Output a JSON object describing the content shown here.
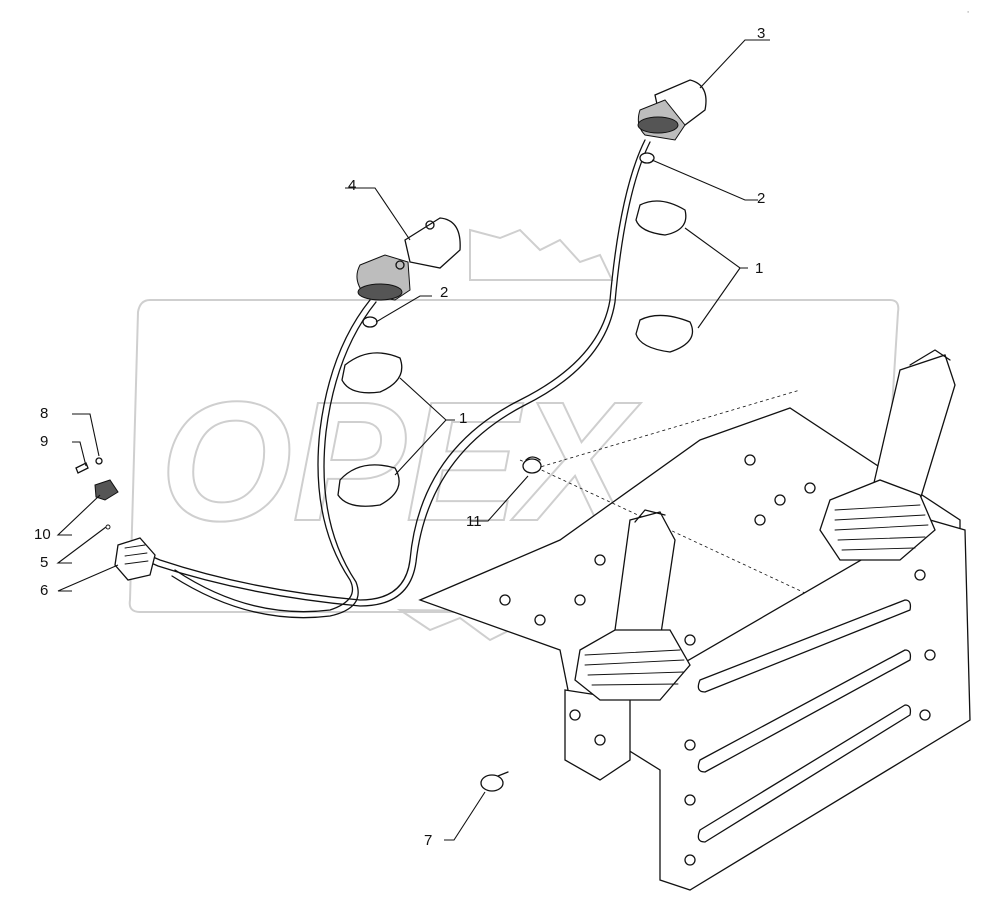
{
  "diagram": {
    "watermark": "OPEX",
    "corner_mark": "·",
    "callouts": [
      {
        "id": "c3",
        "label": "3"
      },
      {
        "id": "c2a",
        "label": "2"
      },
      {
        "id": "c1a",
        "label": "1"
      },
      {
        "id": "c4",
        "label": "4"
      },
      {
        "id": "c2b",
        "label": "2"
      },
      {
        "id": "c1b",
        "label": "1"
      },
      {
        "id": "c8",
        "label": "8"
      },
      {
        "id": "c9",
        "label": "9"
      },
      {
        "id": "c10",
        "label": "10"
      },
      {
        "id": "c5",
        "label": "5"
      },
      {
        "id": "c6",
        "label": "6"
      },
      {
        "id": "c11",
        "label": "11"
      },
      {
        "id": "c7",
        "label": "7"
      }
    ]
  }
}
